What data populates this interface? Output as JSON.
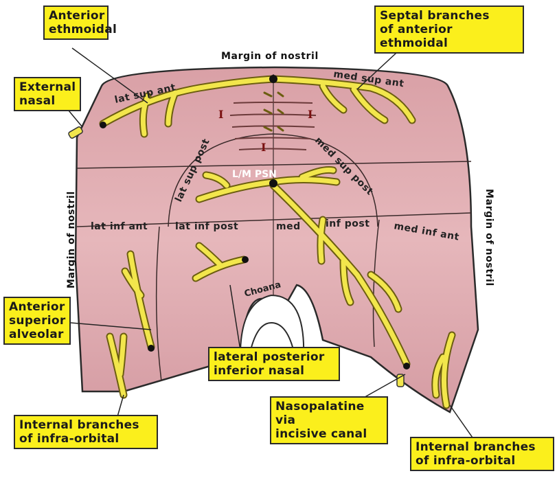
{
  "diagram": {
    "labels": {
      "margin_top": "Margin of nostril",
      "margin_left": "Margin of nostril",
      "margin_right": "Margin of nostril",
      "choana": "Choana",
      "psn": "L/M PSN",
      "roman_left": "I",
      "roman_right": "I",
      "roman_center": "I"
    },
    "regions": {
      "lat_sup_ant": "lat sup ant",
      "med_sup_ant": "med sup ant",
      "lat_sup_post": "lat sup post",
      "med_sup_post": "med sup post",
      "lat_inf_ant": "lat inf ant",
      "lat_inf_post": "lat inf post",
      "med_inf_post_a": "med",
      "med_inf_post_b": "inf post",
      "med_inf_ant": "med inf ant"
    },
    "callouts": {
      "anterior_ethmoidal": [
        "Anterior",
        "ethmoidal"
      ],
      "septal_branches": [
        "Septal branches",
        "of anterior ethmoidal"
      ],
      "external_nasal": [
        "External",
        "nasal"
      ],
      "anterior_superior_alveolar": [
        "Anterior",
        "superior",
        "alveolar"
      ],
      "lateral_posterior_inferior_nasal": [
        "lateral posterior",
        "inferior nasal"
      ],
      "nasopalatine": [
        "Nasopalatine via",
        "incisive canal"
      ],
      "internal_branches_left": [
        "Internal branches",
        "of infra-orbital"
      ],
      "internal_branches_right": [
        "Internal branches",
        "of infra-orbital"
      ]
    },
    "colors": {
      "background": "#ffffff",
      "mucosa": "#e4b2b6",
      "mucosa_dark": "#c98a93",
      "outline": "#2a2a2a",
      "nerve": "#f2e64c",
      "nerve_outline": "#6b5d10",
      "callout_fill": "#fbef1c"
    }
  }
}
